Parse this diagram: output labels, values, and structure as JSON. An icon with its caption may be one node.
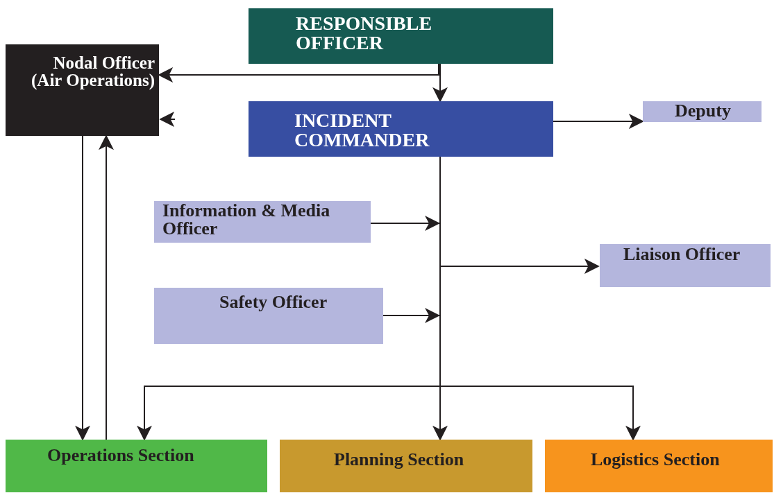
{
  "diagram": {
    "nodes": [
      {
        "text": [
          "RESPONSIBLE OFFICER"
        ]
      },
      {
        "text": [
          "Nodal Officer (Air Operations)"
        ]
      },
      {
        "text": [
          "INCIDENT COMMANDER"
        ]
      },
      {
        "text": [
          "Deputy"
        ]
      },
      {
        "text": [
          "Information & Media Officer"
        ]
      },
      {
        "text": [
          "Liaison Officer"
        ]
      },
      {
        "text": [
          "Safety Officer"
        ]
      },
      {
        "text": [
          "Operations Section"
        ]
      },
      {
        "text": [
          "Planning Section"
        ]
      },
      {
        "text": [
          "Logistics Section"
        ]
      }
    ],
    "edges": [
      {
        "from": 0,
        "to": 2,
        "arrow": "to"
      },
      {
        "from": 0,
        "to": 1,
        "arrow": "to"
      },
      {
        "from": null,
        "to": 1,
        "arrow": "to"
      },
      {
        "from": 2,
        "to": 3,
        "arrow": "to"
      },
      {
        "from": 4,
        "to": 2,
        "arrow": "to"
      },
      {
        "from": 2,
        "to": 5,
        "arrow": "to"
      },
      {
        "from": 6,
        "to": 2,
        "arrow": "to"
      },
      {
        "from": 2,
        "to": 7,
        "arrow": "to"
      },
      {
        "from": 2,
        "to": 8,
        "arrow": "to"
      },
      {
        "from": 2,
        "to": 9,
        "arrow": "to"
      },
      {
        "from": 1,
        "to": 7,
        "arrow": "to"
      },
      {
        "from": 7,
        "to": 1,
        "arrow": "to"
      }
    ]
  }
}
